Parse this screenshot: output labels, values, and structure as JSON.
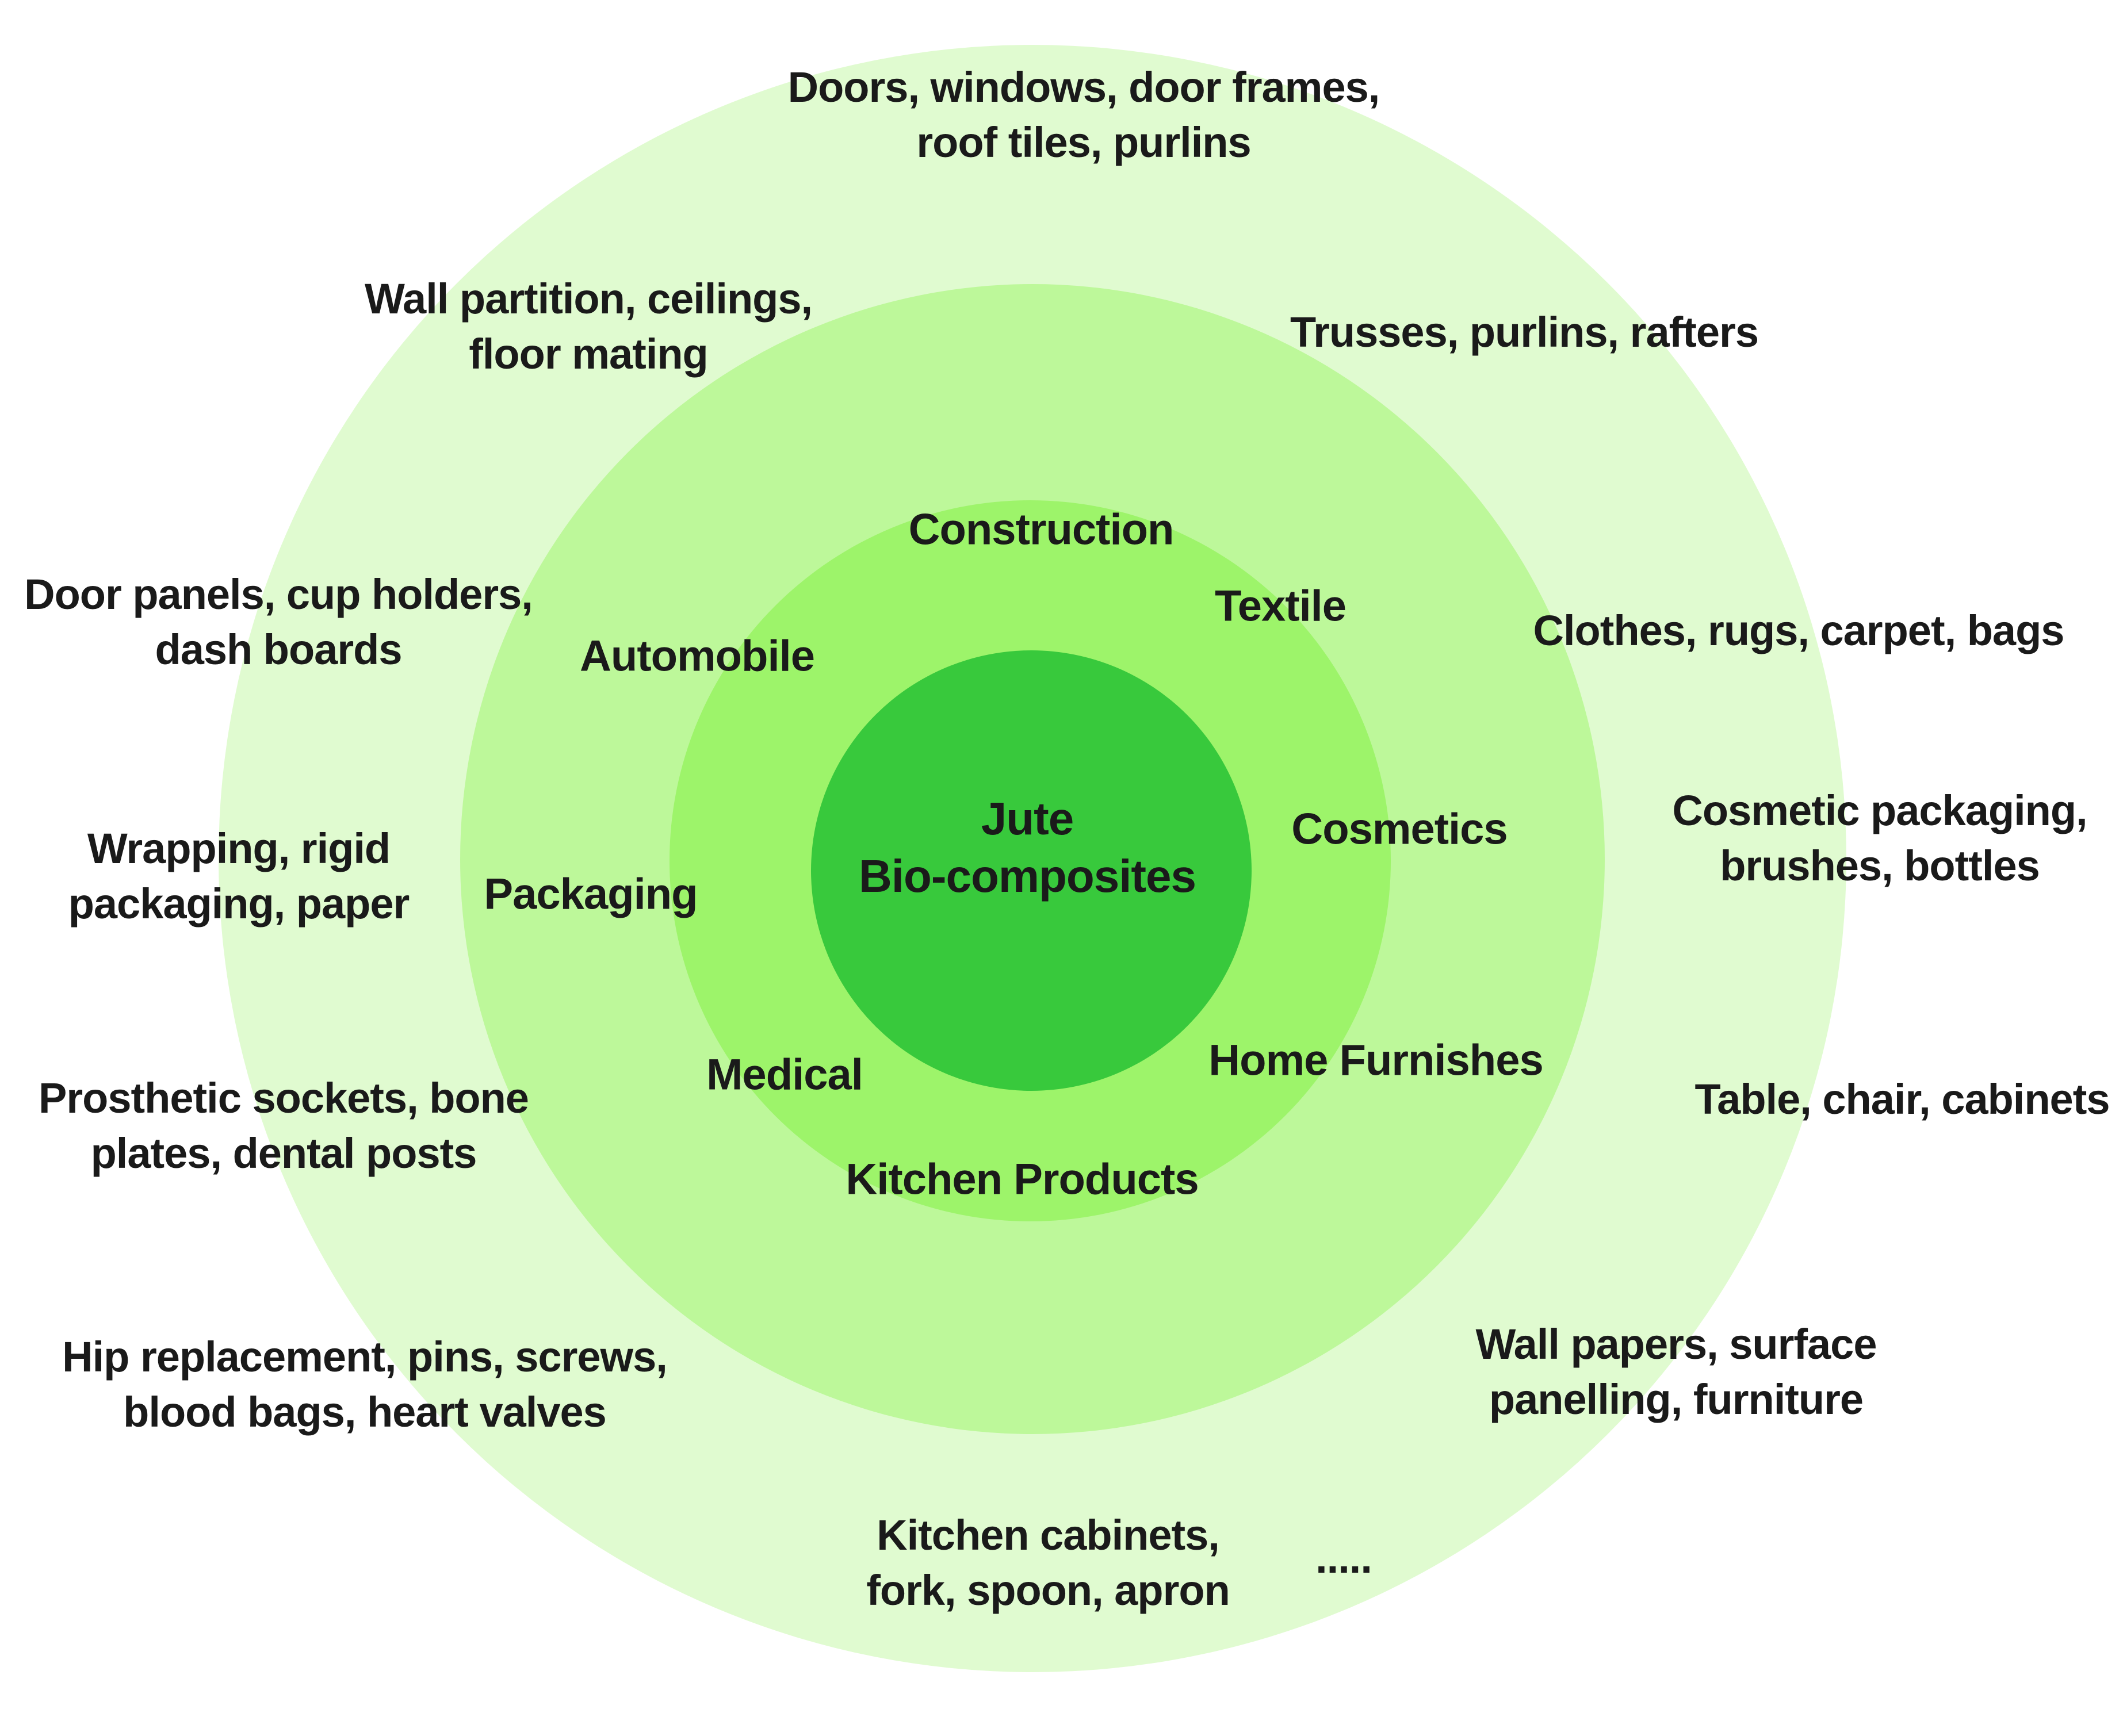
{
  "diagram": {
    "center": {
      "lines": [
        "Jute",
        "Bio-composites"
      ]
    },
    "sectors": [
      {
        "label": "Construction"
      },
      {
        "label": "Textile"
      },
      {
        "label": "Cosmetics"
      },
      {
        "label": "Home Furnishes"
      },
      {
        "label": "Kitchen Products"
      },
      {
        "label": "Medical"
      },
      {
        "label": "Packaging"
      },
      {
        "label": "Automobile"
      }
    ],
    "applications": [
      {
        "lines": [
          "Doors, windows, door frames,",
          "roof tiles, purlins"
        ]
      },
      {
        "lines": [
          "Trusses, purlins, rafters"
        ]
      },
      {
        "lines": [
          "Clothes, rugs, carpet, bags"
        ]
      },
      {
        "lines": [
          "Cosmetic packaging,",
          "brushes, bottles"
        ]
      },
      {
        "lines": [
          "Table, chair, cabinets"
        ]
      },
      {
        "lines": [
          "Wall papers, surface",
          "panelling, furniture"
        ]
      },
      {
        "lines": [
          "Kitchen cabinets,",
          "fork, spoon, apron"
        ]
      },
      {
        "lines": [
          "....."
        ]
      },
      {
        "lines": [
          "Hip replacement, pins, screws,",
          "blood bags, heart valves"
        ]
      },
      {
        "lines": [
          "Prosthetic sockets, bone",
          "plates, dental posts"
        ]
      },
      {
        "lines": [
          "Wrapping, rigid",
          "packaging, paper"
        ]
      },
      {
        "lines": [
          "Door panels, cup holders,",
          "dash boards"
        ]
      },
      {
        "lines": [
          "Wall partition, ceilings,",
          "floor mating"
        ]
      }
    ],
    "colors": {
      "outer_ring": "#e0fbd0",
      "middle_ring": "#bdf89a",
      "inner_ring": "#9df46a",
      "core": "#38c93c",
      "text": "#1a1a1a"
    }
  }
}
